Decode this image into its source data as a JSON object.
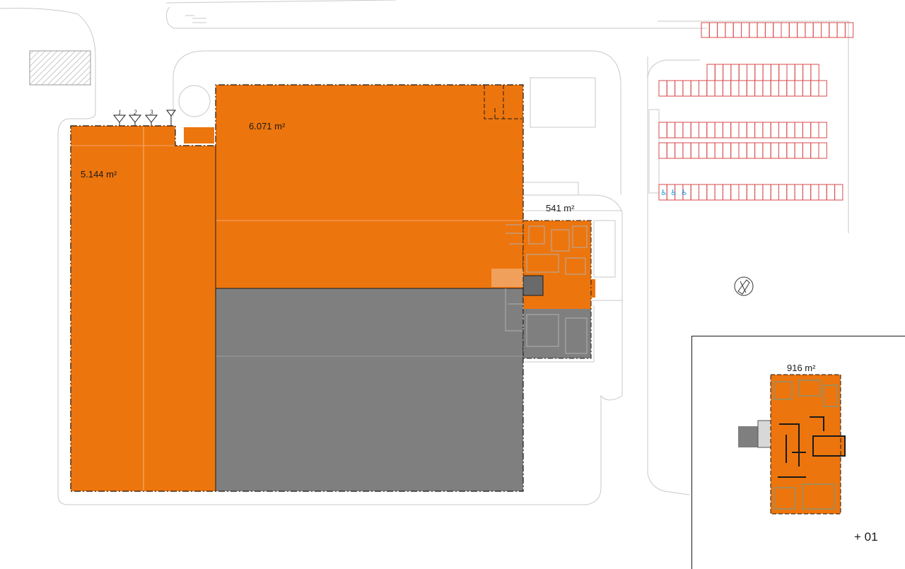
{
  "areas": {
    "hall_left": "5.144 m²",
    "hall_right": "6.071 m²",
    "office_ground": "541 m²",
    "office_upper": "916 m²"
  },
  "dock_numbers": [
    "1",
    "2",
    "3"
  ],
  "inset": {
    "level": "+ 01"
  },
  "colors": {
    "orange": "#ed750d",
    "grey": "#7f7f7f",
    "parking": "#d94a4a",
    "accessible": "#1aa3d9",
    "teal": "#5f9ea0"
  },
  "icons": {
    "north": "north-arrow-icon",
    "dock": "dock-triangle-icon",
    "accessible": "wheelchair-icon"
  }
}
